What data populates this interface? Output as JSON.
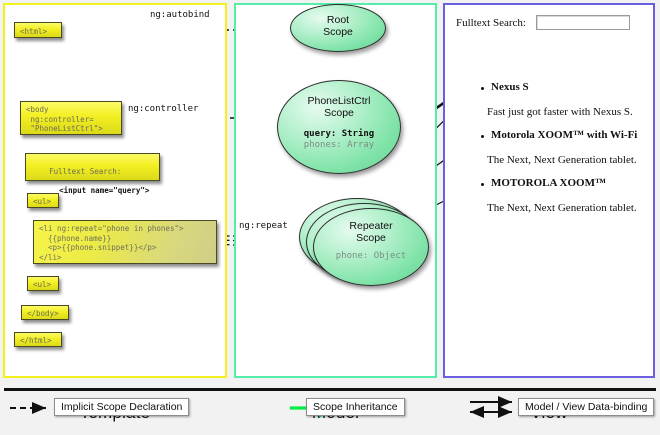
{
  "panels": {
    "template": {
      "title": "Template",
      "border_color": "#f2f11e",
      "boxes": [
        {
          "name": "html-open",
          "text": "<html>"
        },
        {
          "name": "body-open",
          "text": "<body\n ng:controller=\n \"PhoneListCtrl\">"
        },
        {
          "name": "fulltext-search",
          "label": "Fulltext Search:",
          "code": "<input name=\"query\">"
        },
        {
          "name": "ul-open",
          "text": "<ul>"
        },
        {
          "name": "li-repeat",
          "text": "<li ng:repeat=\"phone in phones\">\n  {{phone.name}}\n  <p>{{phone.snippet}}</p>\n</li>"
        },
        {
          "name": "ul-close",
          "text": "<ul>"
        },
        {
          "name": "body-close",
          "text": "</body>"
        },
        {
          "name": "html-close",
          "text": "</html>"
        }
      ]
    },
    "model": {
      "title": "Model",
      "border_color": "#55eda9",
      "scopes": [
        {
          "name": "root-scope",
          "title_line1": "Root",
          "title_line2": "Scope",
          "props": []
        },
        {
          "name": "phonelistctrl-scope",
          "title_line1": "PhoneListCtrl",
          "title_line2": "Scope",
          "props": [
            {
              "text": "query: String",
              "emphasis": true
            },
            {
              "text": "phones: Array",
              "emphasis": false
            }
          ]
        },
        {
          "name": "repeater-scope",
          "title_line1": "Repeater",
          "title_line2": "Scope",
          "props": [
            {
              "text": "phone: Object",
              "emphasis": false
            }
          ]
        }
      ]
    },
    "view": {
      "title": "View",
      "border_color": "#6b5fe0",
      "search_label": "Fulltext Search:",
      "search_value": "",
      "phones": [
        {
          "name": "Nexus S",
          "snippet": "Fast just got faster with Nexus S."
        },
        {
          "name": "Motorola XOOM™  with Wi-Fi",
          "snippet": "The Next, Next Generation tablet."
        },
        {
          "name": "MOTOROLA XOOM™",
          "snippet": "The Next, Next Generation tablet."
        }
      ]
    }
  },
  "edges": {
    "autobind": "ng:autobind",
    "controller": "ng:controller",
    "repeat": "ng:repeat"
  },
  "legend": [
    {
      "name": "implicit-scope-declaration",
      "label": "Implicit Scope Declaration",
      "arrow": "dashed-black"
    },
    {
      "name": "scope-inheritance",
      "label": "Scope Inheritance",
      "arrow": "solid-green"
    },
    {
      "name": "model-view-data-binding",
      "label": "Model / View Data-binding",
      "arrow": "double-black"
    }
  ],
  "colors": {
    "template_border": "#f2f11e",
    "model_border": "#55eda9",
    "view_border": "#6b5fe0",
    "scope_green": "#7fe3a8",
    "inheritance_green": "#00ee44",
    "code_yellow": "#f2ef22"
  }
}
